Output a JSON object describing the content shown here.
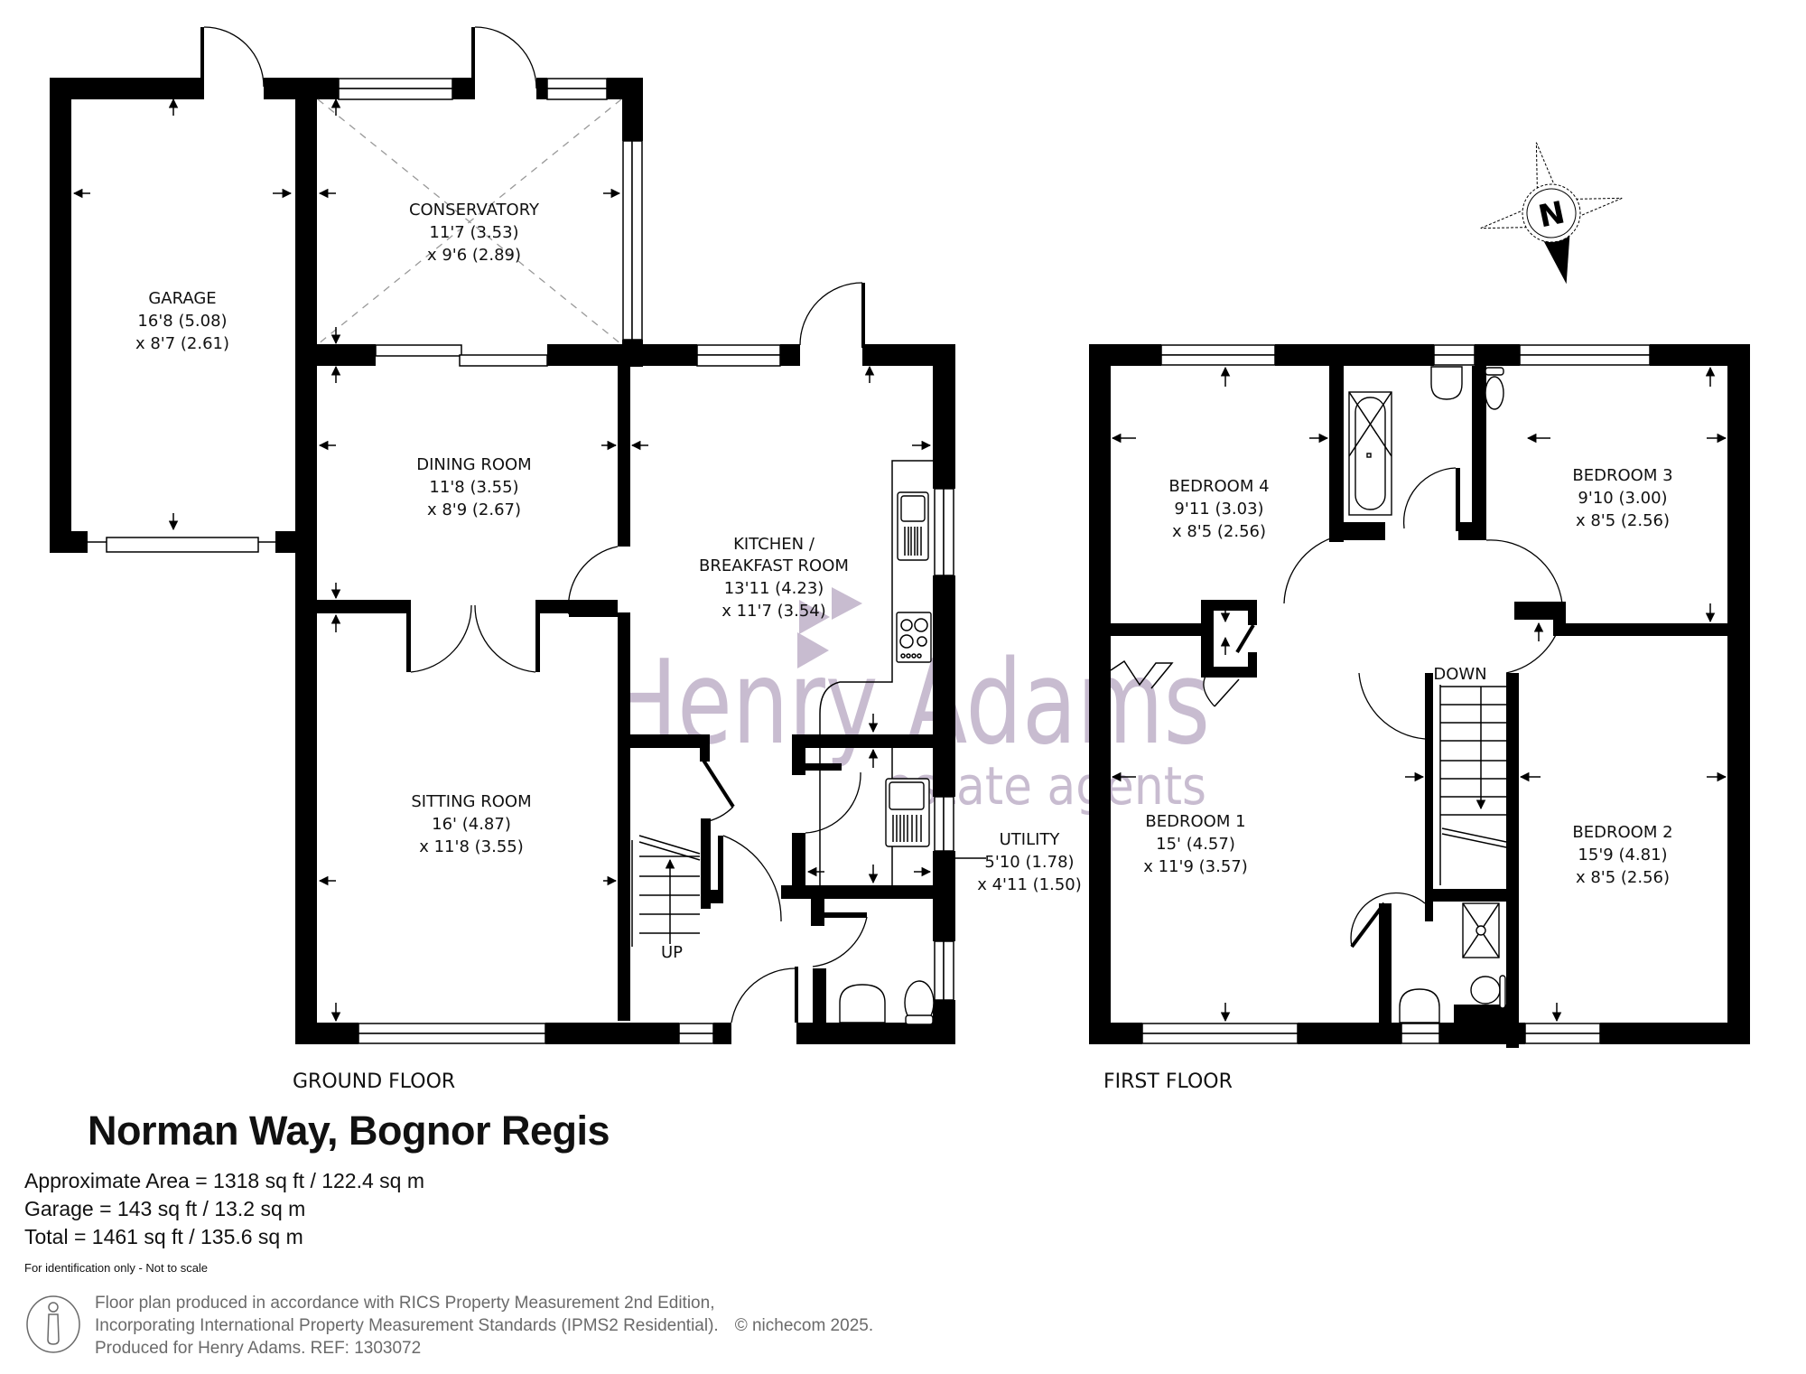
{
  "property": {
    "title": "Norman Way, Bognor Regis",
    "areas": [
      "Approximate Area = 1318 sq ft / 122.4 sq m",
      "Garage = 143 sq ft / 13.2 sq m",
      "Total = 1461 sq ft / 135.6 sq m"
    ],
    "disclaimer": "For identification only - Not to scale"
  },
  "footer": {
    "line1": "Floor plan produced in accordance with RICS Property Measurement 2nd Edition,",
    "line2": "Incorporating International Property Measurement Standards (IPMS2 Residential).",
    "copyright": "© nichecom 2025.",
    "line3": "Produced for Henry Adams.   REF: 1303072",
    "icon": "person-measure-icon"
  },
  "watermark": {
    "brand": "Henry Adams",
    "tagline": "estate agents",
    "color": "#c8bcd0"
  },
  "compass": {
    "label": "N"
  },
  "floors": {
    "ground": {
      "label": "GROUND FLOOR",
      "rooms": {
        "garage": {
          "name": "GARAGE",
          "dim1": "16'8 (5.08)",
          "dim2": "x 8'7 (2.61)"
        },
        "conservatory": {
          "name": "CONSERVATORY",
          "dim1": "11'7 (3.53)",
          "dim2": "x 9'6 (2.89)"
        },
        "dining": {
          "name": "DINING ROOM",
          "dim1": "11'8 (3.55)",
          "dim2": "x 8'9 (2.67)"
        },
        "kitchen": {
          "name1": "KITCHEN /",
          "name2": "BREAKFAST ROOM",
          "dim1": "13'11 (4.23)",
          "dim2": "x 11'7 (3.54)"
        },
        "sitting": {
          "name": "SITTING ROOM",
          "dim1": "16' (4.87)",
          "dim2": "x 11'8 (3.55)"
        },
        "utility": {
          "name": "UTILITY",
          "dim1": "5'10 (1.78)",
          "dim2": "x 4'11 (1.50)"
        }
      },
      "stairs_label": "UP"
    },
    "first": {
      "label": "FIRST FLOOR",
      "rooms": {
        "bedroom4": {
          "name": "BEDROOM 4",
          "dim1": "9'11 (3.03)",
          "dim2": "x 8'5 (2.56)"
        },
        "bedroom3": {
          "name": "BEDROOM 3",
          "dim1": "9'10 (3.00)",
          "dim2": "x 8'5 (2.56)"
        },
        "bedroom1": {
          "name": "BEDROOM 1",
          "dim1": "15' (4.57)",
          "dim2": "x 11'9 (3.57)"
        },
        "bedroom2": {
          "name": "BEDROOM 2",
          "dim1": "15'9 (4.81)",
          "dim2": "x 8'5 (2.56)"
        }
      },
      "stairs_label": "DOWN"
    }
  }
}
